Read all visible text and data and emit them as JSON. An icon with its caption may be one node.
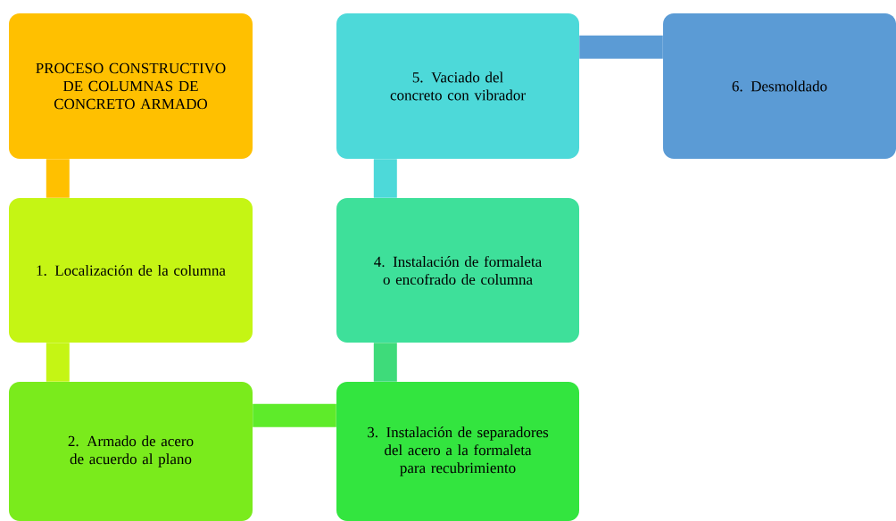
{
  "diagram": {
    "nodes": [
      {
        "text": [
          "PROCESO CONSTRUCTIVO DE COLUMNAS DE CONCRETO ARMADO"
        ]
      },
      {
        "text": [
          "1. Localización de la columna"
        ]
      },
      {
        "text": [
          "2. Armado de acero de acuerdo al plano"
        ]
      },
      {
        "text": [
          "3. Instalación de separadores del acero a la formaleta para recubrimiento"
        ]
      },
      {
        "text": [
          "4. Instalación de formaleta o encofrado de columna"
        ]
      },
      {
        "text": [
          "5. Vaciado del concreto con vibrador"
        ]
      },
      {
        "text": [
          "6. Desmoldado"
        ]
      }
    ],
    "edges": [
      {
        "from": 0,
        "to": 1,
        "arrow": "none",
        "color": "#ffc000"
      },
      {
        "from": 1,
        "to": 2,
        "arrow": "none",
        "color": "#c5f514"
      },
      {
        "from": 2,
        "to": 3,
        "arrow": "none",
        "color": "#5eeb2a"
      },
      {
        "from": 3,
        "to": 4,
        "arrow": "none",
        "color": "#3edb7a"
      },
      {
        "from": 4,
        "to": 5,
        "arrow": "none",
        "color": "#4dd9d9"
      },
      {
        "from": 5,
        "to": 6,
        "arrow": "none",
        "color": "#5b9bd5"
      }
    ]
  }
}
